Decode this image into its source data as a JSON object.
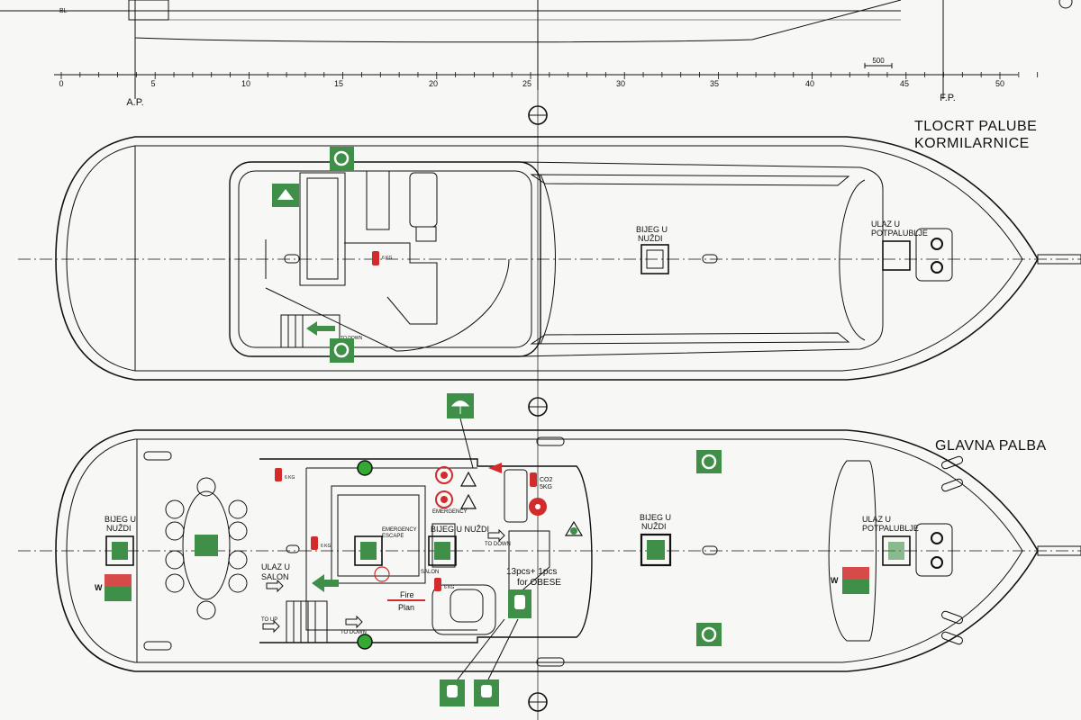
{
  "scale": {
    "ticks": [
      "0",
      "5",
      "10",
      "15",
      "20",
      "25",
      "30",
      "35",
      "40",
      "45",
      "50"
    ],
    "bl_label": "BL",
    "ap_label": "A.P.",
    "fp_label": "F.P.",
    "dim_label": "500"
  },
  "wheelhouse_deck": {
    "title_line1": "TLOCRT PALUBE",
    "title_line2": "KORMILARNICE",
    "escape_label_line1": "BIJEG U",
    "escape_label_line2": "NUŽDI",
    "entry_label_line1": "ULAZ U",
    "entry_label_line2": "POTPALUBLJE",
    "stair_label": "TO DOWN",
    "extinguisher_label": "6 KG"
  },
  "main_deck": {
    "title": "GLAVNA PALBA",
    "escape_aft_line1": "BIJEG U",
    "escape_aft_line2": "NUŽDI",
    "emergency_escape_line1": "EMERGENCY",
    "emergency_escape_line2": "ESCAPE",
    "escape_mid": "BIJEG U NUŽDI",
    "escape_fwd_line1": "BIJEG U",
    "escape_fwd_line2": "NUŽDI",
    "entry_fwd_line1": "ULAZ U",
    "entry_fwd_line2": "POTPALUBLJE",
    "salon_entry_line1": "ULAZ U",
    "salon_entry_line2": "SALON",
    "salon_label": "SALON",
    "to_up": "TO UP",
    "to_down_1": "TO DOWN",
    "to_down_2": "TO DOWN",
    "emergency_label": "EMERGENCY",
    "co2_line1": "CO2",
    "co2_line2": "5KG",
    "ext_kg": "6 KG",
    "fire_plan_line1": "Fire",
    "fire_plan_line2": "Plan",
    "lifejacket_line1": "13pcs+ 1pcs",
    "lifejacket_line2": "for OBESE",
    "w_label": "W"
  },
  "colors": {
    "safety_green": "#3f8f48",
    "fire_red": "#d12b2b",
    "line": "#111111"
  }
}
